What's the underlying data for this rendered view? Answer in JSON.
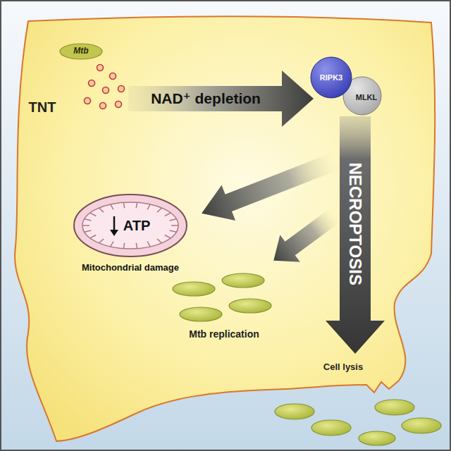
{
  "diagram": {
    "nodes": [
      {
        "text": [
          "Mtb"
        ]
      },
      {
        "text": [
          "RIPK3"
        ]
      },
      {
        "text": [
          "MLKL"
        ]
      },
      {
        "text": [
          "ATP",
          "Mitochondrial damage"
        ]
      }
    ],
    "labels": [
      "TNT",
      "NAD⁺ depletion",
      "NECROPTOSIS",
      "Mtb replication",
      "Cell lysis"
    ]
  }
}
